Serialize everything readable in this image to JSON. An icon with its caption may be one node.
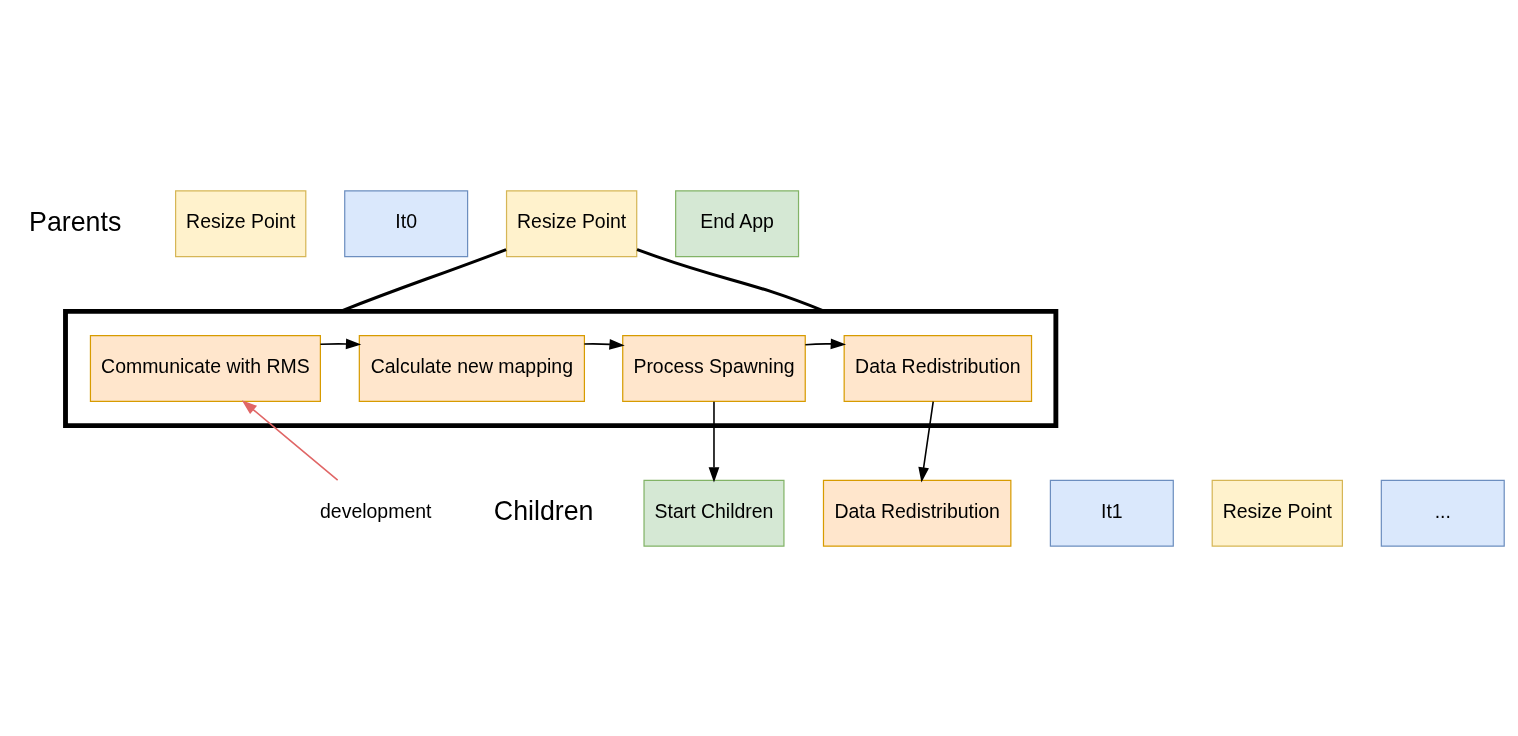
{
  "diagram": {
    "nodes": [
      {
        "text": [
          "Resize Point"
        ]
      },
      {
        "text": [
          "It0"
        ]
      },
      {
        "text": [
          "Resize Point"
        ]
      },
      {
        "text": [
          "End App"
        ]
      },
      {
        "text": [],
        "shape": "box"
      },
      {
        "text": [
          "Communicate with RMS"
        ],
        "in": 4
      },
      {
        "text": [
          "Calculate new mapping"
        ],
        "in": 4
      },
      {
        "text": [
          "Process Spawning"
        ],
        "in": 4
      },
      {
        "text": [
          "Data Redistribution"
        ],
        "in": 4
      },
      {
        "text": [
          "development"
        ]
      },
      {
        "text": [
          "Start Children"
        ]
      },
      {
        "text": [
          "Data Redistribution"
        ]
      },
      {
        "text": [
          "It1"
        ]
      },
      {
        "text": [
          "Resize Point"
        ]
      },
      {
        "text": [
          "..."
        ]
      }
    ],
    "edges": [
      {
        "from": 2,
        "to": 4,
        "arrow": "none"
      },
      {
        "from": 2,
        "to": 4,
        "arrow": "none"
      },
      {
        "from": 5,
        "to": 6,
        "arrow": "to"
      },
      {
        "from": 6,
        "to": 7,
        "arrow": "to"
      },
      {
        "from": 7,
        "to": 8,
        "arrow": "to"
      },
      {
        "from": 7,
        "to": 10,
        "arrow": "to"
      },
      {
        "from": 8,
        "to": 11,
        "arrow": "to"
      },
      {
        "from": 9,
        "to": 5,
        "arrow": "to",
        "color": "#e06666"
      }
    ],
    "labels": [
      "Parents",
      "Children"
    ]
  }
}
